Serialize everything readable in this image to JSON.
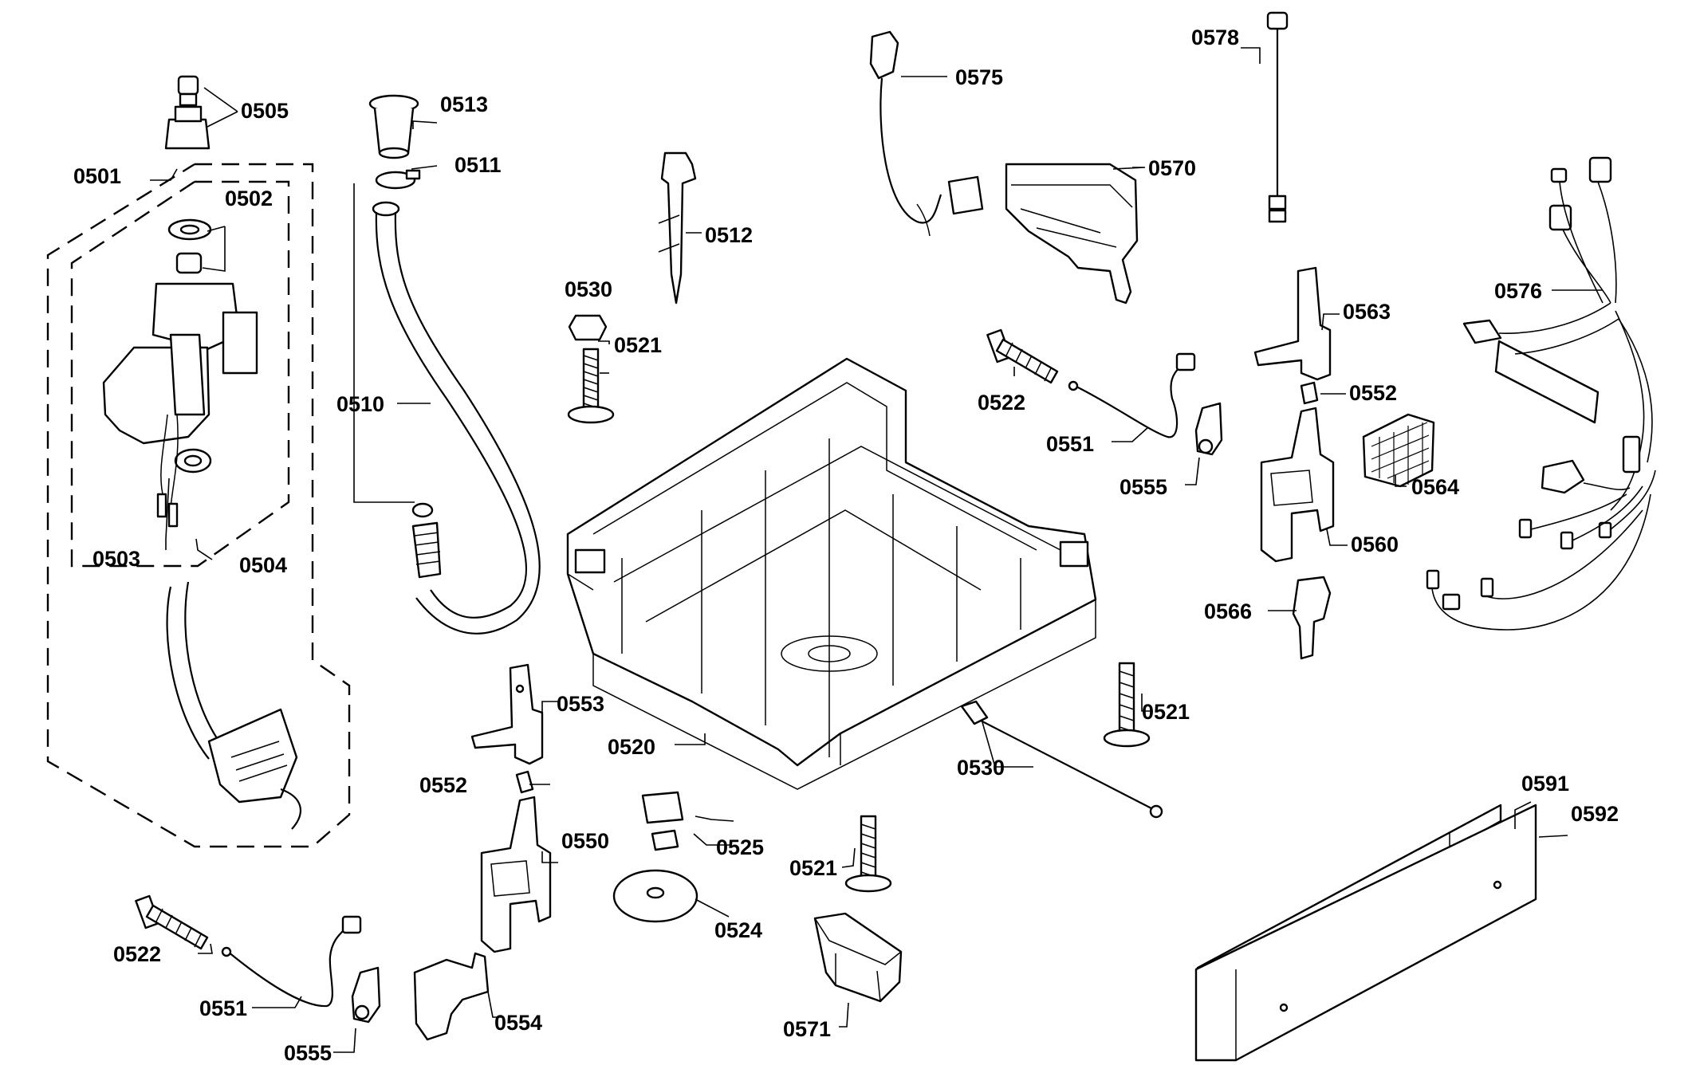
{
  "callouts": {
    "p0501": "0501",
    "p0502": "0502",
    "p0503": "0503",
    "p0504": "0504",
    "p0505": "0505",
    "p0510": "0510",
    "p0511": "0511",
    "p0512": "0512",
    "p0513": "0513",
    "p0520": "0520",
    "p0521a": "0521",
    "p0521b": "0521",
    "p0521c": "0521",
    "p0522a": "0522",
    "p0522b": "0522",
    "p0524": "0524",
    "p0525": "0525",
    "p0530a": "0530",
    "p0530b": "0530",
    "p0550": "0550",
    "p0551a": "0551",
    "p0551b": "0551",
    "p0552a": "0552",
    "p0552b": "0552",
    "p0553": "0553",
    "p0554": "0554",
    "p0555a": "0555",
    "p0555b": "0555",
    "p0560": "0560",
    "p0563": "0563",
    "p0564": "0564",
    "p0566": "0566",
    "p0570": "0570",
    "p0571": "0571",
    "p0575": "0575",
    "p0576": "0576",
    "p0578": "0578",
    "p0591": "0591",
    "p0592": "0592"
  }
}
